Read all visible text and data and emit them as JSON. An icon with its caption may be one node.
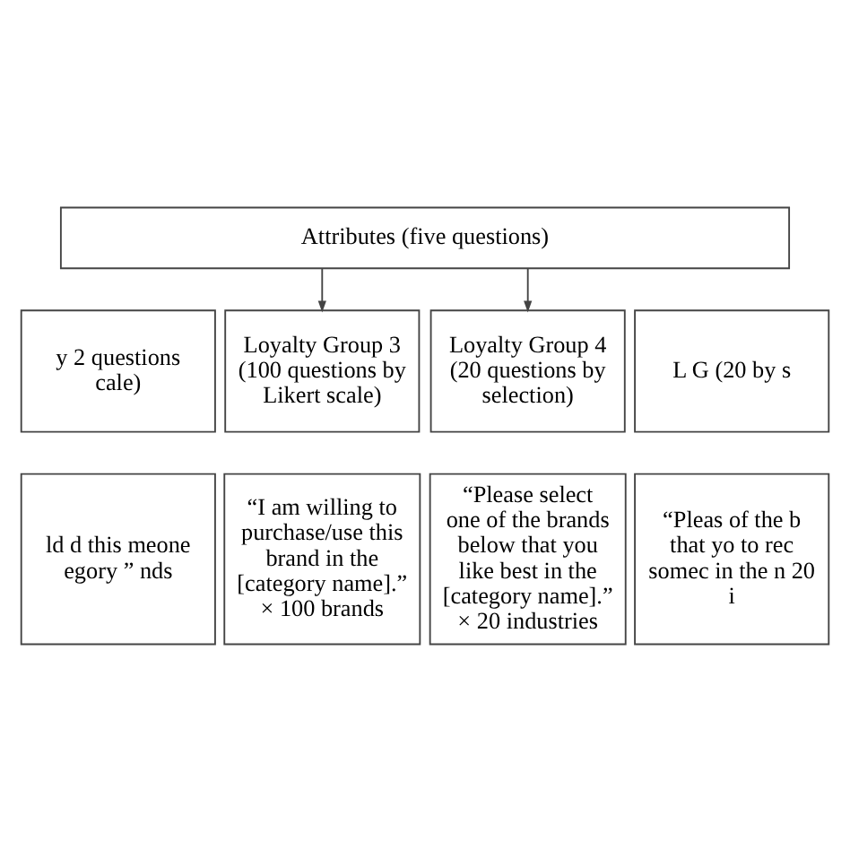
{
  "diagram": {
    "nodes": [
      {
        "text": [
          "Attributes (five questions)"
        ]
      },
      {
        "text": [
          "y 2 questions cale)"
        ]
      },
      {
        "text": [
          "Loyalty Group 3 (100 questions by Likert scale)"
        ]
      },
      {
        "text": [
          "Loyalty Group 4 (20 questions by selection)"
        ]
      },
      {
        "text": [
          "L G (20 by s"
        ]
      },
      {
        "text": [
          "ld d this meone egory ” nds"
        ]
      },
      {
        "text": [
          "“I am willing to purchase/use this brand in the [category name].” × 100 brands"
        ]
      },
      {
        "text": [
          "“Please select one of the brands below that you like best in the [category name].” × 20 industries"
        ]
      },
      {
        "text": [
          "“Pleas of the b that yo to rec somec in the n 20 i"
        ]
      }
    ],
    "edges": [
      {
        "from": 0,
        "to": 2,
        "arrow": "to"
      },
      {
        "from": 0,
        "to": 3,
        "arrow": "to"
      }
    ]
  }
}
